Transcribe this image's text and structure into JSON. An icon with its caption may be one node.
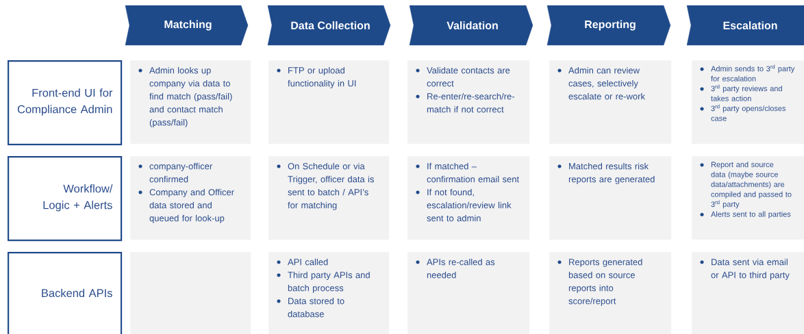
{
  "diagram": {
    "nodes": [
      {
        "text": [
          "Matching"
        ]
      },
      {
        "text": [
          "Data Collection"
        ]
      },
      {
        "text": [
          "Validation"
        ]
      },
      {
        "text": [
          "Reporting"
        ]
      },
      {
        "text": [
          "Escalation"
        ]
      },
      {
        "text": [
          "Front-end UI for Compliance Admin"
        ]
      },
      {
        "text": [
          "Workflow/ Logic + Alerts"
        ]
      },
      {
        "text": [
          "Backend APIs"
        ]
      },
      {
        "text": [
          "Admin looks up company via data to find match (pass/fail) and contact match (pass/fail)"
        ]
      },
      {
        "text": [
          "FTP or upload functionality in UI"
        ]
      },
      {
        "text": [
          "Validate contacts are correct",
          "Re-enter/re-search/re-match if not correct"
        ]
      },
      {
        "text": [
          "Admin can review cases, selectively escalate or re-work"
        ]
      },
      {
        "text": [
          "Admin sends to 3$^{rd}$ party for escalation",
          "3$^{rd}$ party reviews and takes action",
          "3$^{rd}$ party opens/closes case"
        ]
      },
      {
        "text": [
          "company-officer confirmed",
          "Company and Officer data stored and queued for look-up"
        ]
      },
      {
        "text": [
          "On Schedule or via Trigger, officer data is sent to batch / API’s for matching"
        ]
      },
      {
        "text": [
          "If matched – confirmation email sent",
          "If not found, escalation/review link sent to admin"
        ]
      },
      {
        "text": [
          "Matched results risk reports are generated"
        ]
      },
      {
        "text": [
          "Report and source data (maybe source data/attachments) are compiled and passed to 3$^{rd}$ party",
          "Alerts sent to all parties"
        ]
      },
      {
        "text": [],
        "shape": "box"
      },
      {
        "text": [
          "API called",
          "Third party APIs and batch process",
          "Data stored to database"
        ]
      },
      {
        "text": [
          "APIs re-called as needed"
        ]
      },
      {
        "text": [
          "Reports generated based on source reports into score/report"
        ]
      },
      {
        "text": [
          "Data sent via email or API to third party"
        ]
      }
    ]
  }
}
